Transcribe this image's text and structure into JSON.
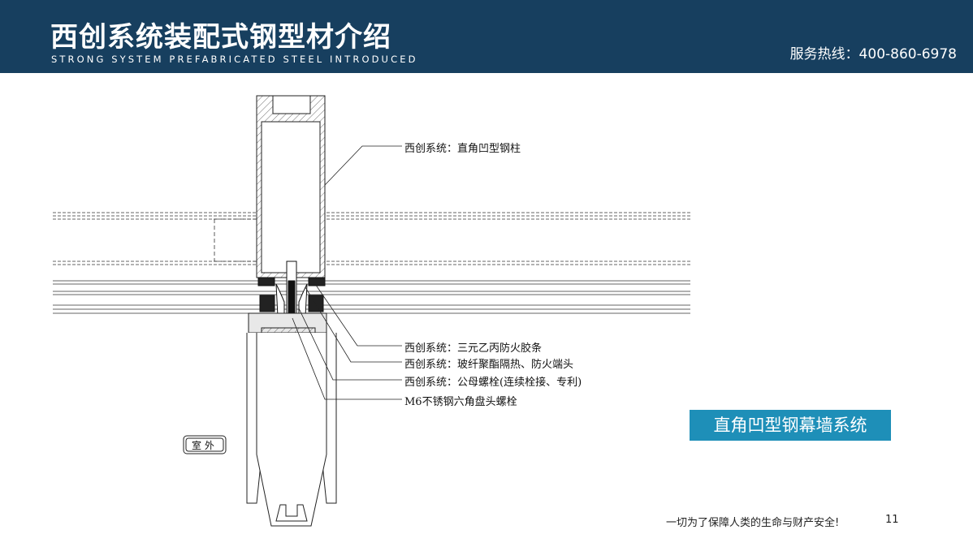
{
  "header": {
    "title": "西创系统装配式钢型材介绍",
    "subtitle": "STRONG SYSTEM PREFABRICATED STEEL INTRODUCED",
    "hotline": "服务热线：400-860-6978"
  },
  "diagram": {
    "labels": {
      "column": "西创系统：直角凹型钢柱",
      "gasket": "西创系统：三元乙丙防火胶条",
      "fiberglass": "西创系统：玻纤聚酯隔热、防火端头",
      "bolt": "西创系统：公母螺栓(连续栓接、专利)",
      "m6_bolt": "M6不锈钢六角盘头螺栓"
    },
    "outdoor_tag": "室 外"
  },
  "system_name": "直角凹型钢幕墙系统",
  "footer": {
    "slogan": "一切为了保障人类的生命与财产安全!",
    "page_number": "11"
  },
  "colors": {
    "header_bg": "#173f5f",
    "badge_bg": "#1e8fb8"
  }
}
